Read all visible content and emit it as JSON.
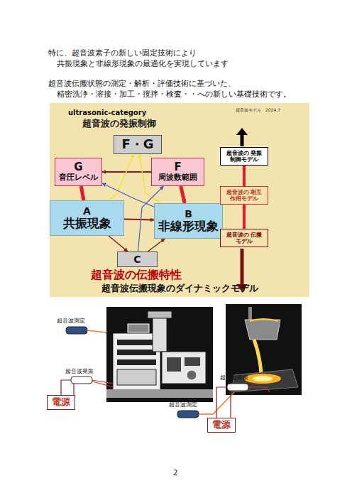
{
  "diagram": {
    "caption": "超音波伝搬現象のダイナミックモデル",
    "nodes": [
      {
        "text": [
          "F・G"
        ]
      },
      {
        "text": [
          "G",
          "音圧レベル"
        ]
      },
      {
        "text": [
          "F",
          "周波数範囲"
        ]
      },
      {
        "text": [
          "A",
          "共振現象"
        ]
      },
      {
        "text": [
          "B",
          "非線形現象"
        ]
      },
      {
        "text": [
          "C"
        ]
      },
      {
        "text": [
          "超音波の 発振制御モデル"
        ]
      },
      {
        "text": [
          "超音波の 相互作用モデル"
        ]
      },
      {
        "text": [
          "超音波の 伝搬モデル"
        ]
      },
      {
        "text": [
          "電源"
        ]
      },
      {
        "text": [
          "電源"
        ]
      }
    ],
    "edges": [
      {
        "from": 1,
        "to": 3,
        "arrow": "to"
      },
      {
        "from": 2,
        "to": 4,
        "arrow": "to"
      },
      {
        "from": 2,
        "to": 1,
        "arrow": "to"
      },
      {
        "from": 3,
        "to": 4,
        "arrow": "to"
      },
      {
        "from": 3,
        "to": 5,
        "arrow": "to"
      },
      {
        "from": 5,
        "to": 4,
        "arrow": "to"
      },
      {
        "from": 3,
        "to": 0,
        "arrow": "to"
      },
      {
        "from": 4,
        "to": 0,
        "arrow": "to"
      },
      {
        "from": 4,
        "to": 1,
        "arrow": "to"
      },
      {
        "from": 5,
        "to": 2,
        "arrow": "to"
      },
      {
        "from": 7,
        "to": 6,
        "arrow": "to"
      },
      {
        "from": 8,
        "to": 7,
        "arrow": "to"
      }
    ],
    "labels": [
      "特に、超音波素子の新しい固定技術により",
      "共振現象と非線形現象の最適化を実現しています",
      "超音波伝搬状態の測定・解析・評価技術に基づいた、",
      "精密洗浄・溶接・加工・撹拌・検査・・への新しい基礎技術です。",
      "ultrasonic-category",
      "超音波モデル　2024.7",
      "超音波の発振制御",
      "超音波の伝搬特性",
      "超音波測定",
      "超音波発振",
      "超音波測定",
      "超音波発振",
      "2"
    ]
  }
}
